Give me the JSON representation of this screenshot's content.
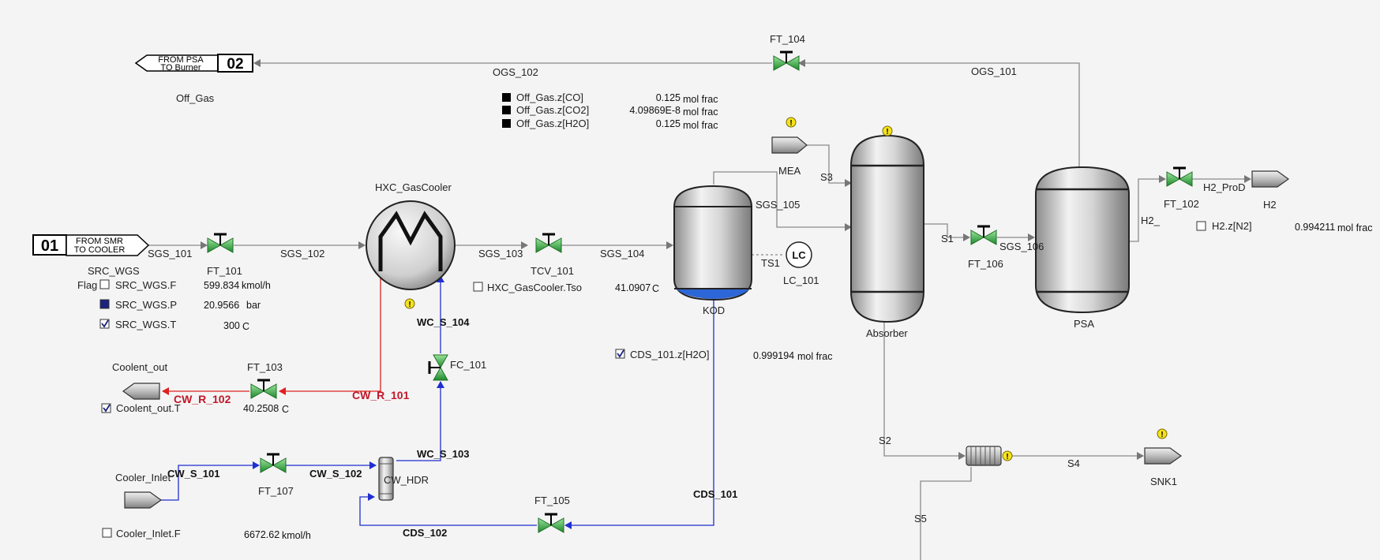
{
  "flowsheet": {
    "streams": {
      "ogs_102": "OGS_102",
      "ogs_101": "OGS_101",
      "sgs_101": "SGS_101",
      "sgs_102": "SGS_102",
      "sgs_103": "SGS_103",
      "sgs_104": "SGS_104",
      "sgs_105": "SGS_105",
      "sgs_106": "SGS_106",
      "s3": "S3",
      "s1": "S1",
      "s2": "S2",
      "s4": "S4",
      "s5": "S5",
      "h2_": "H2_",
      "h2_prod": "H2_ProD",
      "wc_s_104": "WC_S_104",
      "wc_s_103": "WC_S_103",
      "cw_r_101": "CW_R_101",
      "cw_r_102": "CW_R_102",
      "cw_s_101": "CW_S_101",
      "cw_s_102": "CW_S_102",
      "cds_101": "CDS_101",
      "cds_102": "CDS_102",
      "ts1": "TS1"
    },
    "units": {
      "hxc": "HXC_GasCooler",
      "kod": "KOD",
      "absorber": "Absorber",
      "psa": "PSA",
      "ft_104": "FT_104",
      "ft_101": "FT_101",
      "tcv_101": "TCV_101",
      "ft_106": "FT_106",
      "ft_102": "FT_102",
      "ft_103": "FT_103",
      "ft_107": "FT_107",
      "ft_105": "FT_105",
      "fc_101": "FC_101",
      "cw_hdr": "CW_HDR",
      "lc_101": "LC_101",
      "lc_symbol": "LC",
      "mea": "MEA",
      "h2": "H2",
      "snk1": "SNK1",
      "off_gas": "Off_Gas",
      "src_wgs": "SRC_WGS",
      "coolent_out": "Coolent_out",
      "cooler_inlet": "Cooler_Inlet"
    },
    "connectors": {
      "c01": {
        "num": "01",
        "line1": "FROM SMR",
        "line2": "TO COOLER"
      },
      "c02": {
        "num": "02",
        "line1": "FROM PSA",
        "line2": "TO Burner"
      }
    },
    "offgas_table": [
      {
        "label": "Off_Gas.z[CO]",
        "value": "0.125",
        "unit": "mol frac"
      },
      {
        "label": "Off_Gas.z[CO2]",
        "value": "4.09869E-8",
        "unit": "mol frac"
      },
      {
        "label": "Off_Gas.z[H2O]",
        "value": "0.125",
        "unit": "mol frac"
      }
    ],
    "src": {
      "flag": "Flag",
      "f_label": "SRC_WGS.F",
      "f_value": "599.834",
      "f_unit": "kmol/h",
      "p_label": "SRC_WGS.P",
      "p_value": "20.9566",
      "p_unit": "bar",
      "t_label": "SRC_WGS.T",
      "t_value": "300",
      "t_unit": "C"
    },
    "hxc_tso": {
      "label": "HXC_GasCooler.Tso",
      "value": "41.0907",
      "unit": "C"
    },
    "coolent_t": {
      "label": "Coolent_out.T",
      "value": "40.2508",
      "unit": "C"
    },
    "cds_h2o": {
      "label": "CDS_101.z[H2O]",
      "value": "0.999194",
      "unit": "mol frac"
    },
    "h2_n2": {
      "label": "H2.z[N2]",
      "value": "0.994211",
      "unit": "mol frac"
    },
    "cooler_f": {
      "label": "Cooler_Inlet.F",
      "value": "6672.62",
      "unit": "kmol/h"
    },
    "warning_glyph": "!"
  }
}
